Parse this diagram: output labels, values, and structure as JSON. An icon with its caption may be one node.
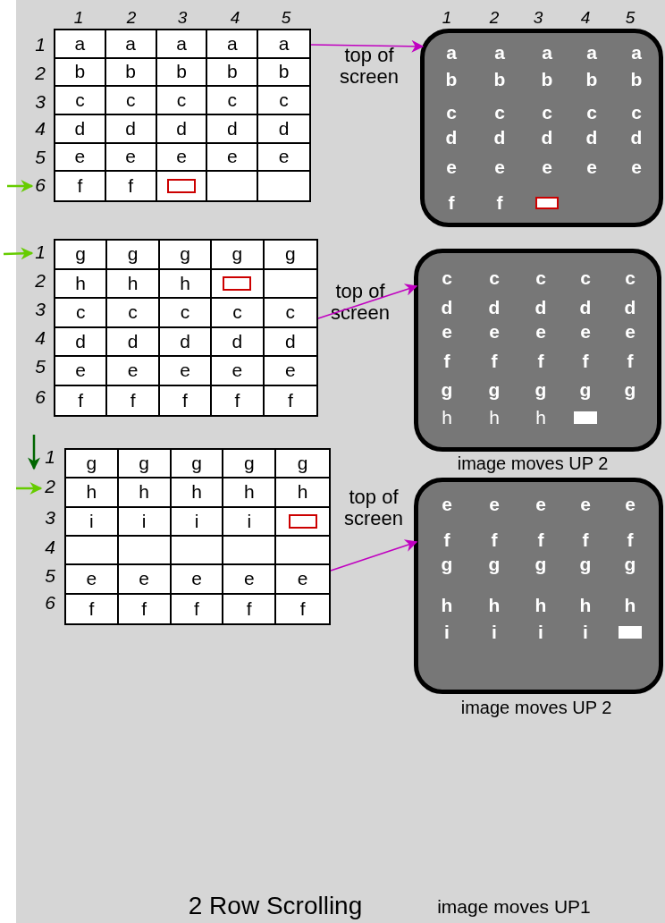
{
  "diagram": {
    "caption": "2 Row Scrolling",
    "nodes": [
      {
        "text": [
          "a",
          "a",
          "a",
          "a",
          "a",
          "b",
          "b",
          "b",
          "b",
          "b",
          "c",
          "c",
          "c",
          "c",
          "c",
          "d",
          "d",
          "d",
          "d",
          "d",
          "e",
          "e",
          "e",
          "e",
          "e",
          "f",
          "f"
        ]
      },
      {
        "text": [
          "a",
          "a",
          "a",
          "a",
          "a",
          "b",
          "b",
          "b",
          "b",
          "b",
          "c",
          "c",
          "c",
          "c",
          "c",
          "d",
          "d",
          "d",
          "d",
          "d",
          "e",
          "e",
          "e",
          "e",
          "e",
          "f",
          "f"
        ]
      },
      {
        "text": [
          "g",
          "g",
          "g",
          "g",
          "g",
          "h",
          "h",
          "h",
          "c",
          "c",
          "c",
          "c",
          "c",
          "d",
          "d",
          "d",
          "d",
          "d",
          "e",
          "e",
          "e",
          "e",
          "e",
          "f",
          "f",
          "f",
          "f",
          "f"
        ]
      },
      {
        "text": [
          "c",
          "c",
          "c",
          "c",
          "c",
          "d",
          "d",
          "d",
          "d",
          "d",
          "e",
          "e",
          "e",
          "e",
          "e",
          "f",
          "f",
          "f",
          "f",
          "f",
          "g",
          "g",
          "g",
          "g",
          "g",
          "h",
          "h",
          "h"
        ]
      },
      {
        "text": [
          "g",
          "g",
          "g",
          "g",
          "g",
          "h",
          "h",
          "h",
          "h",
          "h",
          "i",
          "i",
          "i",
          "i",
          "e",
          "e",
          "e",
          "e",
          "e",
          "f",
          "f",
          "f",
          "f",
          "f"
        ]
      },
      {
        "text": [
          "e",
          "e",
          "e",
          "e",
          "e",
          "f",
          "f",
          "f",
          "f",
          "f",
          "g",
          "g",
          "g",
          "g",
          "g",
          "h",
          "h",
          "h",
          "h",
          "h",
          "i",
          "i",
          "i",
          "i"
        ]
      }
    ],
    "edges": [
      {
        "from": 0,
        "to": 1,
        "arrow": "to"
      },
      {
        "from": 2,
        "to": 3,
        "arrow": "to"
      },
      {
        "from": 4,
        "to": 5,
        "arrow": "to"
      }
    ],
    "labels": [
      "1",
      "2",
      "3",
      "4",
      "5",
      "1",
      "2",
      "3",
      "4",
      "5",
      "1",
      "2",
      "3",
      "4",
      "5",
      "6",
      "top of screen",
      "1",
      "2",
      "3",
      "4",
      "5",
      "6",
      "top of screen",
      "image moves UP 2",
      "1",
      "2",
      "3",
      "4",
      "5",
      "6",
      "top of screen",
      "image moves UP 2",
      "image moves UP1"
    ]
  }
}
